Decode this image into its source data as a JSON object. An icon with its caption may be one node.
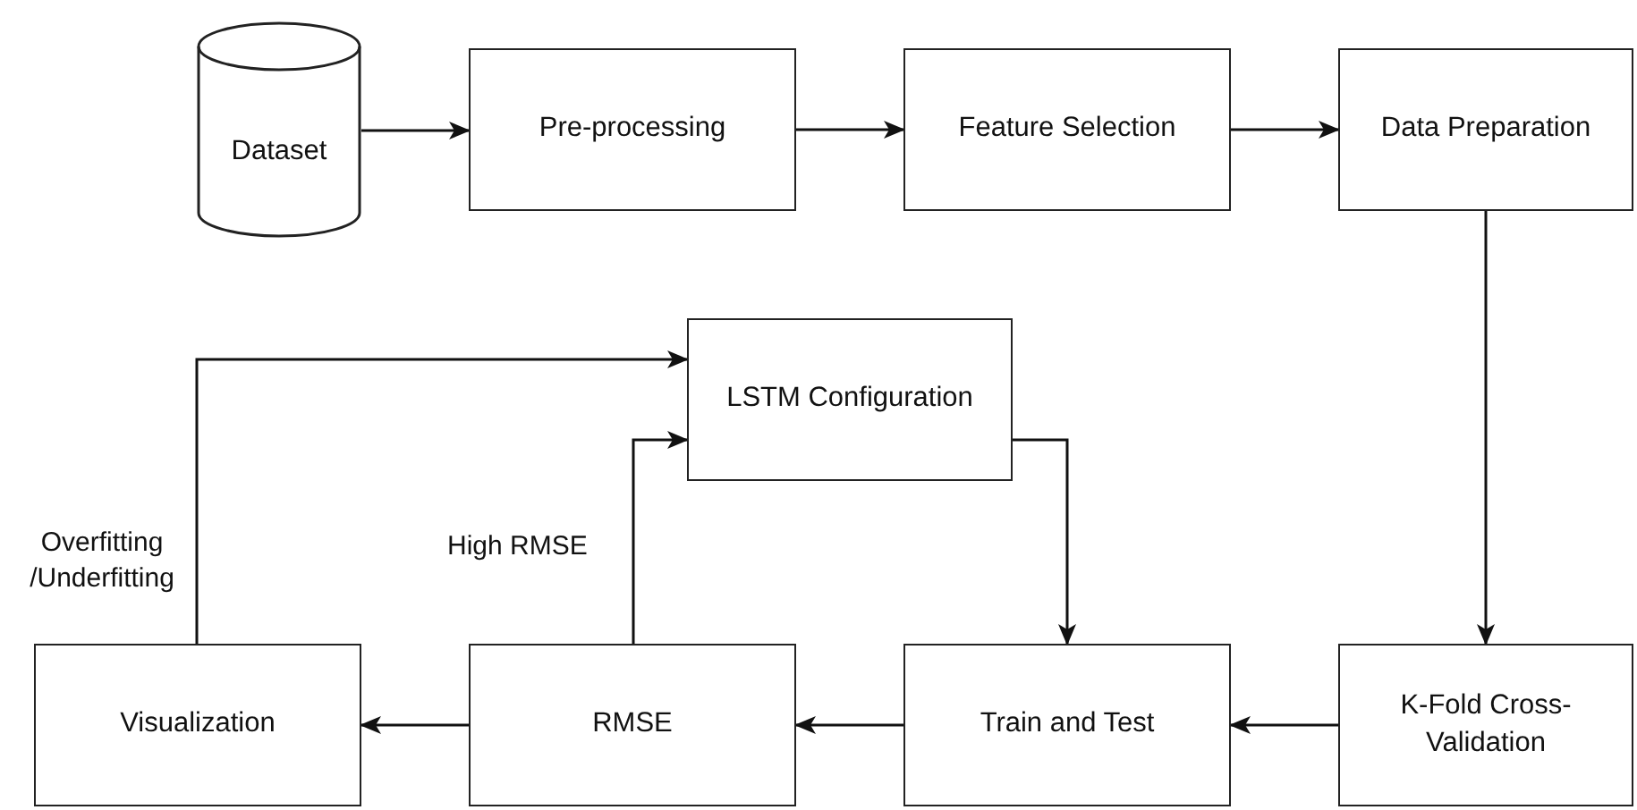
{
  "diagram": {
    "nodes": [
      {
        "text": [
          "Dataset"
        ]
      },
      {
        "text": [
          "Pre-processing"
        ]
      },
      {
        "text": [
          "Feature Selection"
        ]
      },
      {
        "text": [
          "Data Preparation"
        ]
      },
      {
        "text": [
          "LSTM Configuration"
        ]
      },
      {
        "text": [
          "Visualization"
        ]
      },
      {
        "text": [
          "RMSE"
        ]
      },
      {
        "text": [
          "Train and Test"
        ]
      },
      {
        "text": [
          "K-Fold Cross-Validation"
        ]
      }
    ],
    "edges": [
      {
        "from": 0,
        "to": 1,
        "arrow": "to"
      },
      {
        "from": 1,
        "to": 2,
        "arrow": "to"
      },
      {
        "from": 2,
        "to": 3,
        "arrow": "to"
      },
      {
        "from": 3,
        "to": 8,
        "arrow": "to"
      },
      {
        "from": 8,
        "to": 7,
        "arrow": "to"
      },
      {
        "from": 4,
        "to": 7,
        "arrow": "to"
      },
      {
        "from": 7,
        "to": 6,
        "arrow": "to"
      },
      {
        "from": 6,
        "to": 5,
        "arrow": "to"
      },
      {
        "from": 6,
        "to": 4,
        "arrow": "to",
        "label": "High RMSE"
      },
      {
        "from": 5,
        "to": 4,
        "arrow": "to",
        "label": "Overfitting /Underfitting"
      }
    ]
  }
}
